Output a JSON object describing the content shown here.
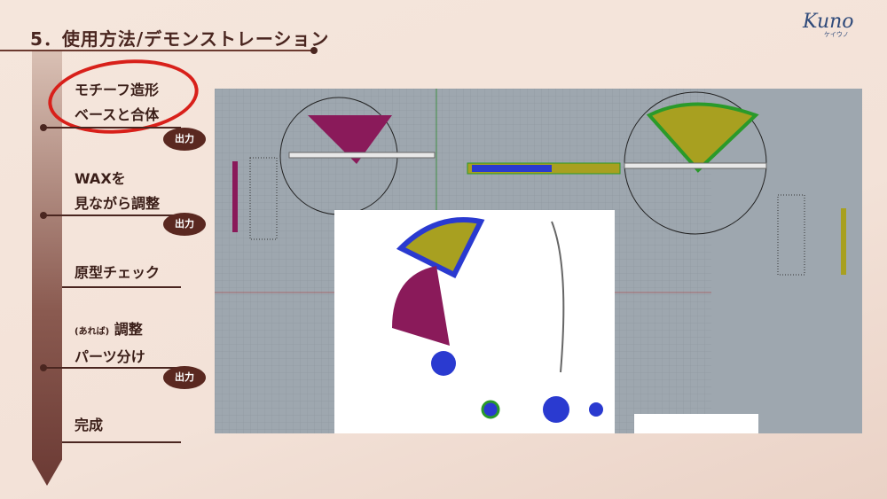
{
  "header": {
    "title": "5．使用方法/デモンストレーション",
    "logo": "Kuno",
    "logo_sub": "ケイウノ"
  },
  "steps": [
    {
      "line1": "モチーフ造形",
      "line2": "ベースと合体",
      "badge": "出力"
    },
    {
      "line1": "WAXを",
      "line2": "見ながら調整",
      "badge": "出力"
    },
    {
      "line1": "原型チェック"
    },
    {
      "prefix": "(あれば)",
      "line1": "調整",
      "line2": "パーツ分け",
      "badge": "出力"
    },
    {
      "line1": "完成"
    }
  ],
  "colors": {
    "accent": "#5a2820",
    "highlight": "#d8201a",
    "viewport": "#9aa3ab"
  }
}
